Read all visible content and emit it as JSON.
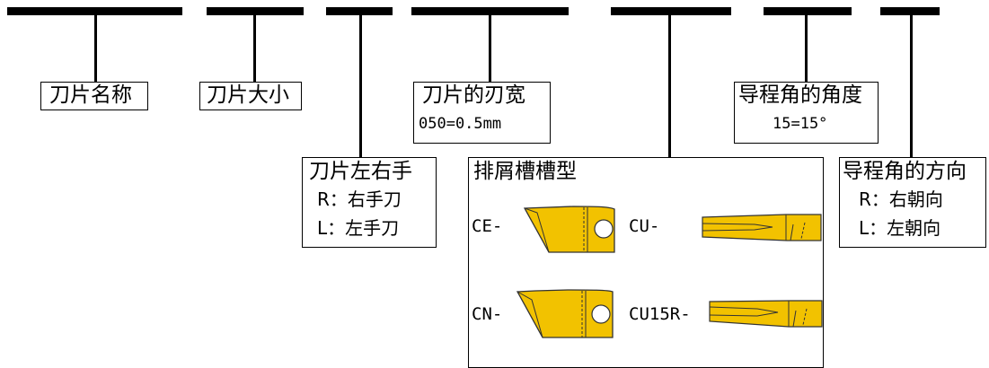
{
  "colors": {
    "line": "#000000",
    "insert_fill": "#f2c200",
    "insert_stroke": "#333333"
  },
  "labels": {
    "blade_name": "刀片名称",
    "blade_size": "刀片大小",
    "hand_title": "刀片左右手",
    "hand_r": "R：右手刀",
    "hand_l": "L：左手刀",
    "width_title": "刀片的刃宽",
    "width_example": "050=0.5mm",
    "chip_title": "排屑槽槽型",
    "lead_angle_title": "导程角的角度",
    "lead_angle_example": "15=15°",
    "direction_title": "导程角的方向",
    "direction_r": "R：右朝向",
    "direction_l": "L：左朝向"
  },
  "chip_types": [
    {
      "code": "CE-",
      "icon": "insert-ce-icon"
    },
    {
      "code": "CU-",
      "icon": "insert-cu-icon"
    },
    {
      "code": "CN-",
      "icon": "insert-cn-icon"
    },
    {
      "code": "CU15R-",
      "icon": "insert-cu15r-icon"
    }
  ]
}
